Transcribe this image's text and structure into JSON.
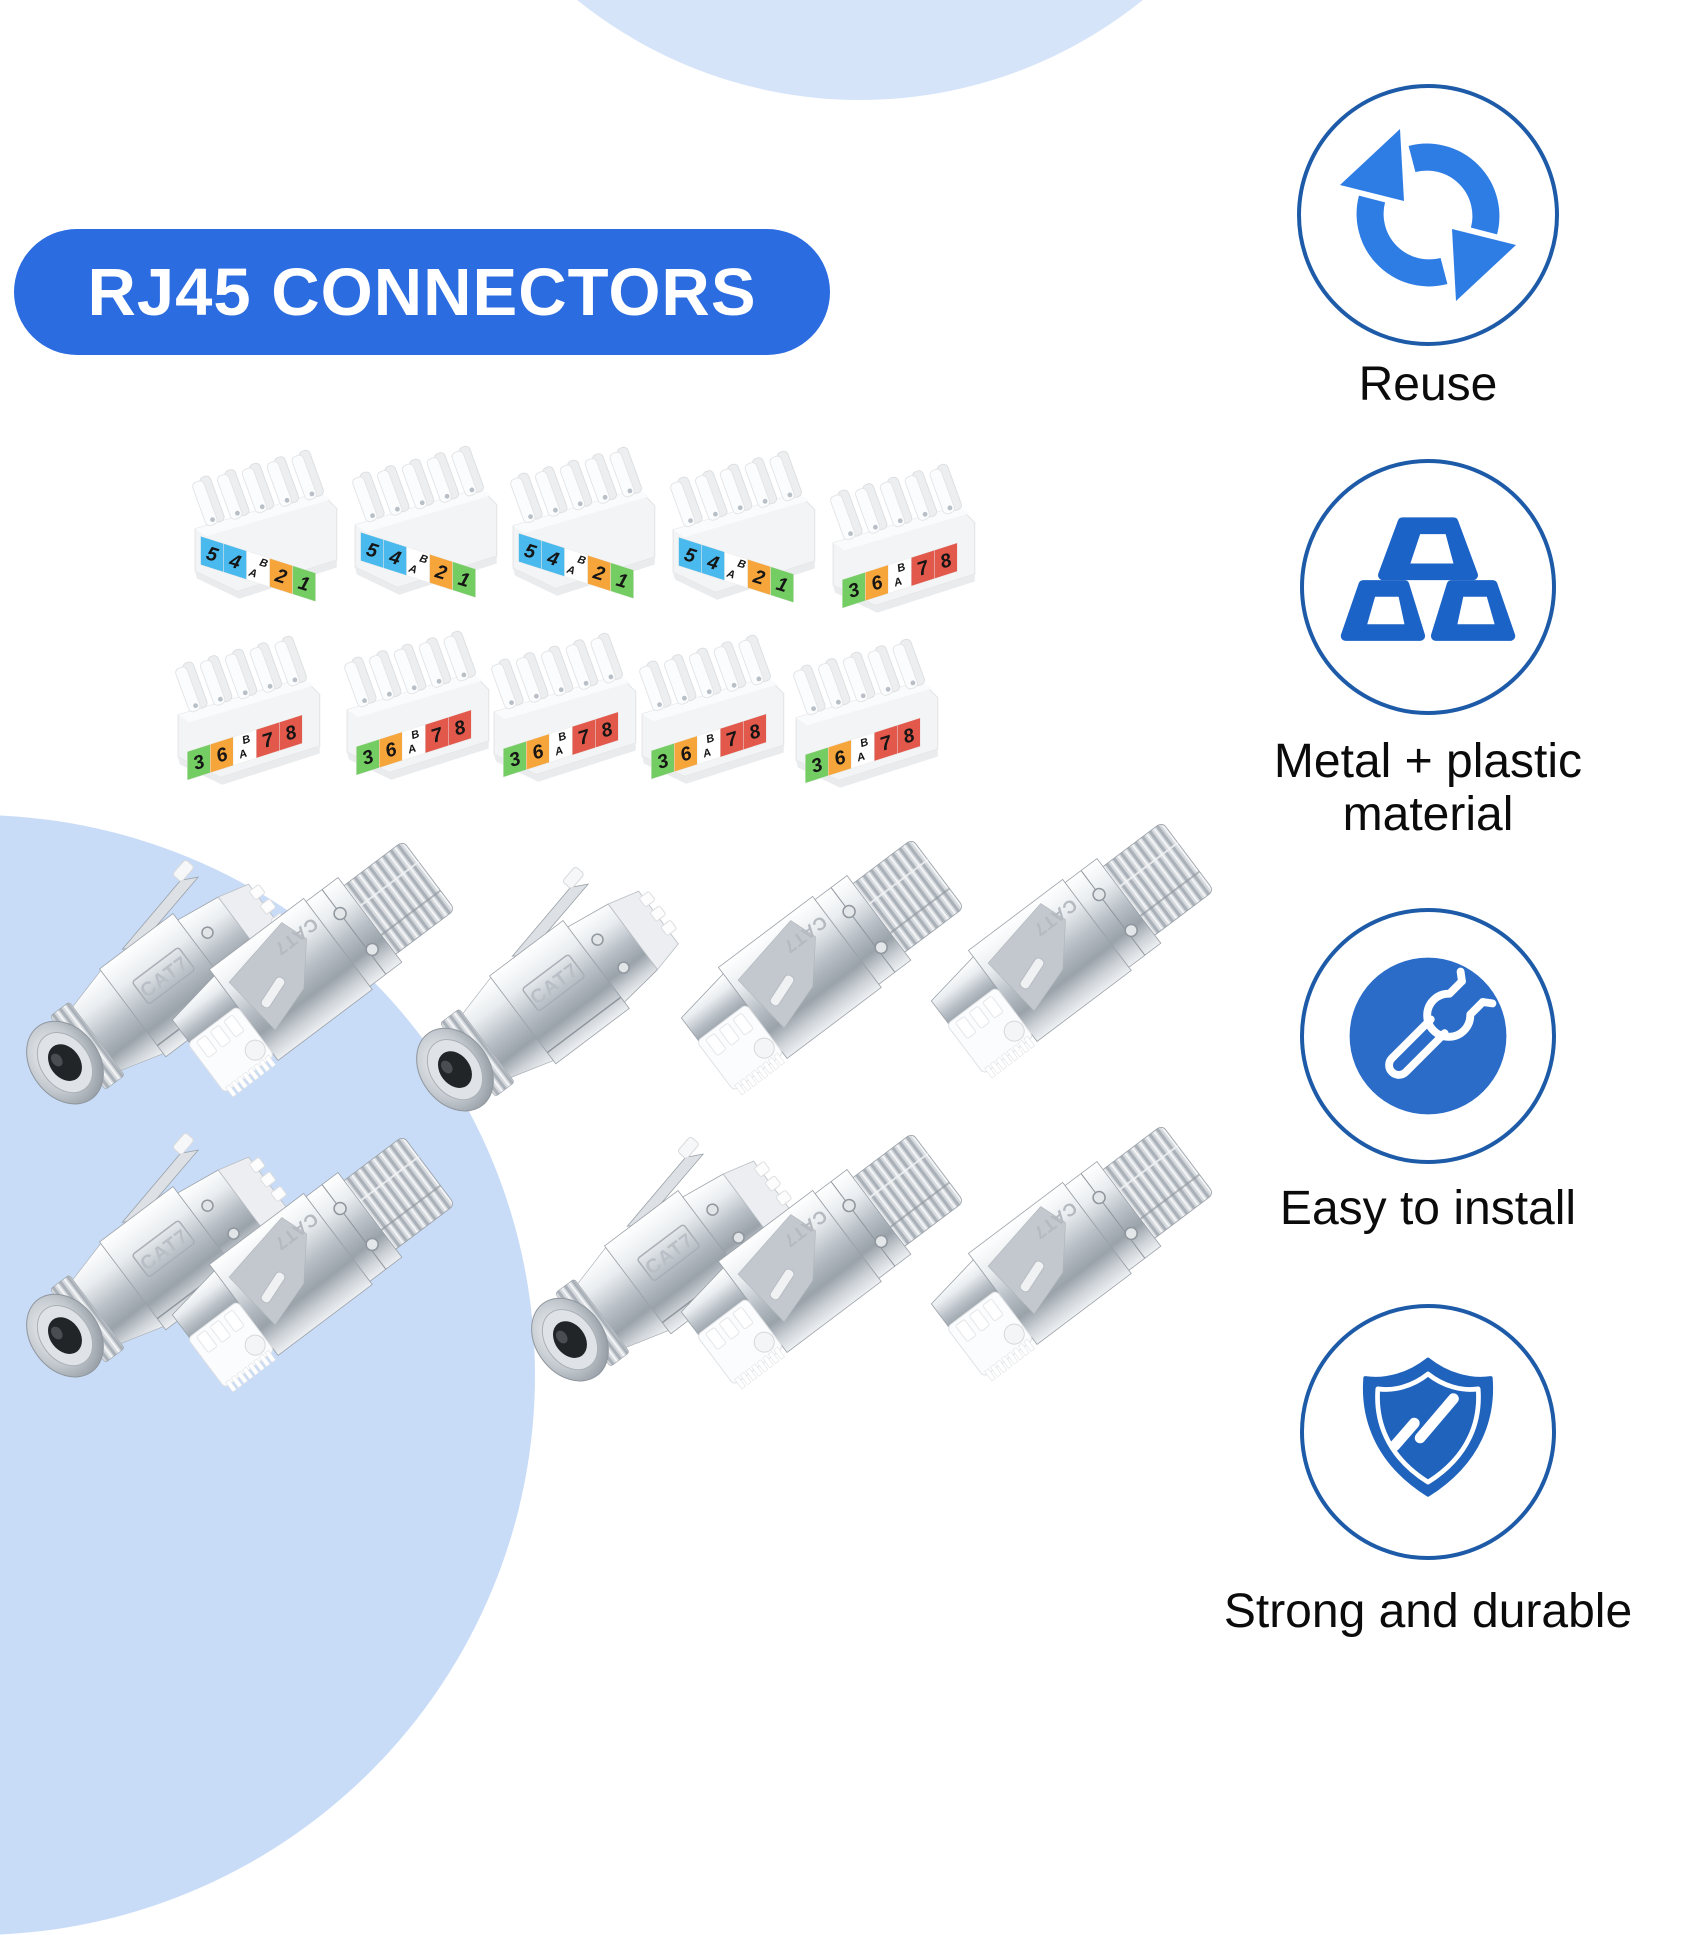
{
  "banner": {
    "label": "RJ45 CONNECTORS",
    "bg_color": "#2b6ce1",
    "text_color": "#ffffff"
  },
  "features": [
    {
      "icon": "refresh-icon",
      "label": "Reuse"
    },
    {
      "icon": "ingots-icon",
      "label": "Metal + plastic material"
    },
    {
      "icon": "wrench-icon",
      "label": "Easy to install"
    },
    {
      "icon": "shield-icon",
      "label": "Strong and durable"
    }
  ],
  "colors": {
    "accent_blue": "#2b6ce1",
    "icon_blue": "#2a6cc8",
    "ring_blue": "#1d5ba8",
    "light_blue_top": "#d6e4f9",
    "light_blue_bottom": "#c9dcf7",
    "label_cyan": "#4ab9ed",
    "label_orange": "#f6a53b",
    "label_green": "#74cd63",
    "label_red": "#e2584b"
  },
  "products": {
    "keystone_jacks": {
      "count": 10,
      "stamp_side_a": [
        "5",
        "4",
        "B",
        "A",
        "2",
        "1"
      ],
      "stamp_side_b": [
        "3",
        "6",
        "B",
        "A",
        "7",
        "8"
      ],
      "side_a_colors": [
        "#4ab9ed",
        "#4ab9ed",
        "#ffffff",
        "#f6a53b",
        "#74cd63"
      ],
      "side_b_colors": [
        "#74cd63",
        "#f6a53b",
        "#ffffff",
        "#e2584b",
        "#e2584b"
      ],
      "rows": [
        [
          "A",
          "A",
          "A",
          "A",
          "B"
        ],
        [
          "B",
          "B",
          "B",
          "B",
          "B"
        ]
      ]
    },
    "rj45_plugs": {
      "count": 10,
      "stamp": "CAT7",
      "rows": [
        [
          "back",
          "front",
          "back",
          "front",
          "front"
        ],
        [
          "back",
          "front",
          "back",
          "front",
          "front"
        ]
      ]
    }
  }
}
